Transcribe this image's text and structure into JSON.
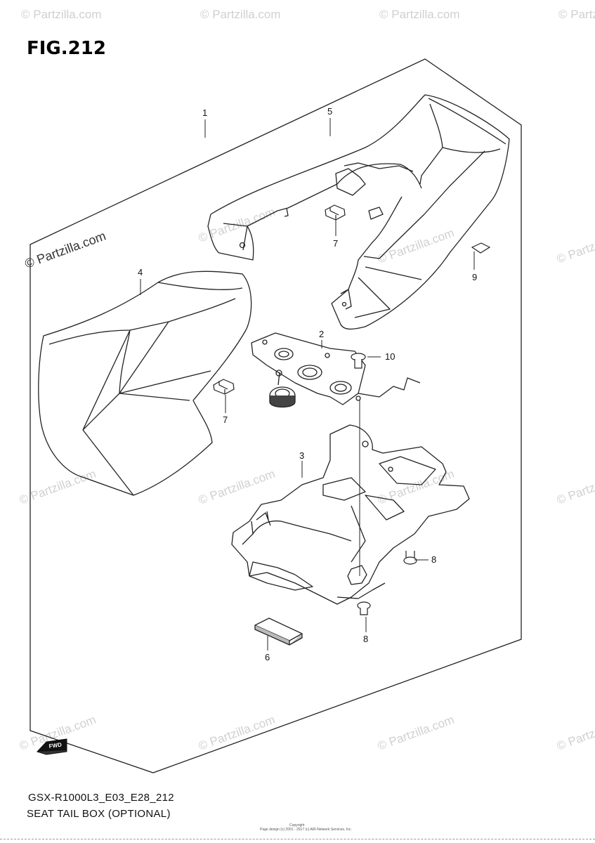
{
  "figure": {
    "title": "FIG.212",
    "model_code": "GSX-R1000L3_E03_E28_212",
    "caption": "SEAT TAIL BOX (OPTIONAL)",
    "direction_label": "FWD"
  },
  "watermark": {
    "text": "© Partzilla.com",
    "short_text": "© Partz"
  },
  "callouts": {
    "c1": "1",
    "c2": "2",
    "c3": "3",
    "c4": "4",
    "c5": "5",
    "c6": "6",
    "c7a": "7",
    "c7b": "7",
    "c8a": "8",
    "c8b": "8",
    "c9": "9",
    "c10": "10"
  },
  "footer": {
    "copyright_label": "Copyright",
    "copyright_line": "Page design (c) 2001 - 2017 (c) ARI Network Services, Inc."
  },
  "colors": {
    "line": "#222222",
    "watermark": "#d0d0d0",
    "background": "#ffffff"
  }
}
